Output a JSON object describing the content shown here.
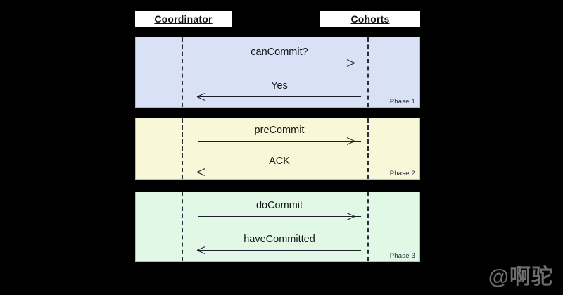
{
  "diagram": {
    "background_color": "#000000",
    "roles": [
      {
        "id": "coordinator",
        "label": "Coordinator"
      },
      {
        "id": "cohorts",
        "label": "Cohorts"
      }
    ],
    "phases": [
      {
        "id": "phase-1",
        "caption": "Phase 1",
        "color": "#d9e1f7",
        "messages": [
          {
            "label": "canCommit?",
            "direction": "right"
          },
          {
            "label": "Yes",
            "direction": "left"
          }
        ]
      },
      {
        "id": "phase-2",
        "caption": "Phase 2",
        "color": "#f8f8d8",
        "messages": [
          {
            "label": "preCommit",
            "direction": "right"
          },
          {
            "label": "ACK",
            "direction": "left"
          }
        ]
      },
      {
        "id": "phase-3",
        "caption": "Phase 3",
        "color": "#e2f8e6",
        "messages": [
          {
            "label": "doCommit",
            "direction": "right"
          },
          {
            "label": "haveCommitted",
            "direction": "left"
          }
        ]
      }
    ],
    "watermark": "@啊驼"
  }
}
